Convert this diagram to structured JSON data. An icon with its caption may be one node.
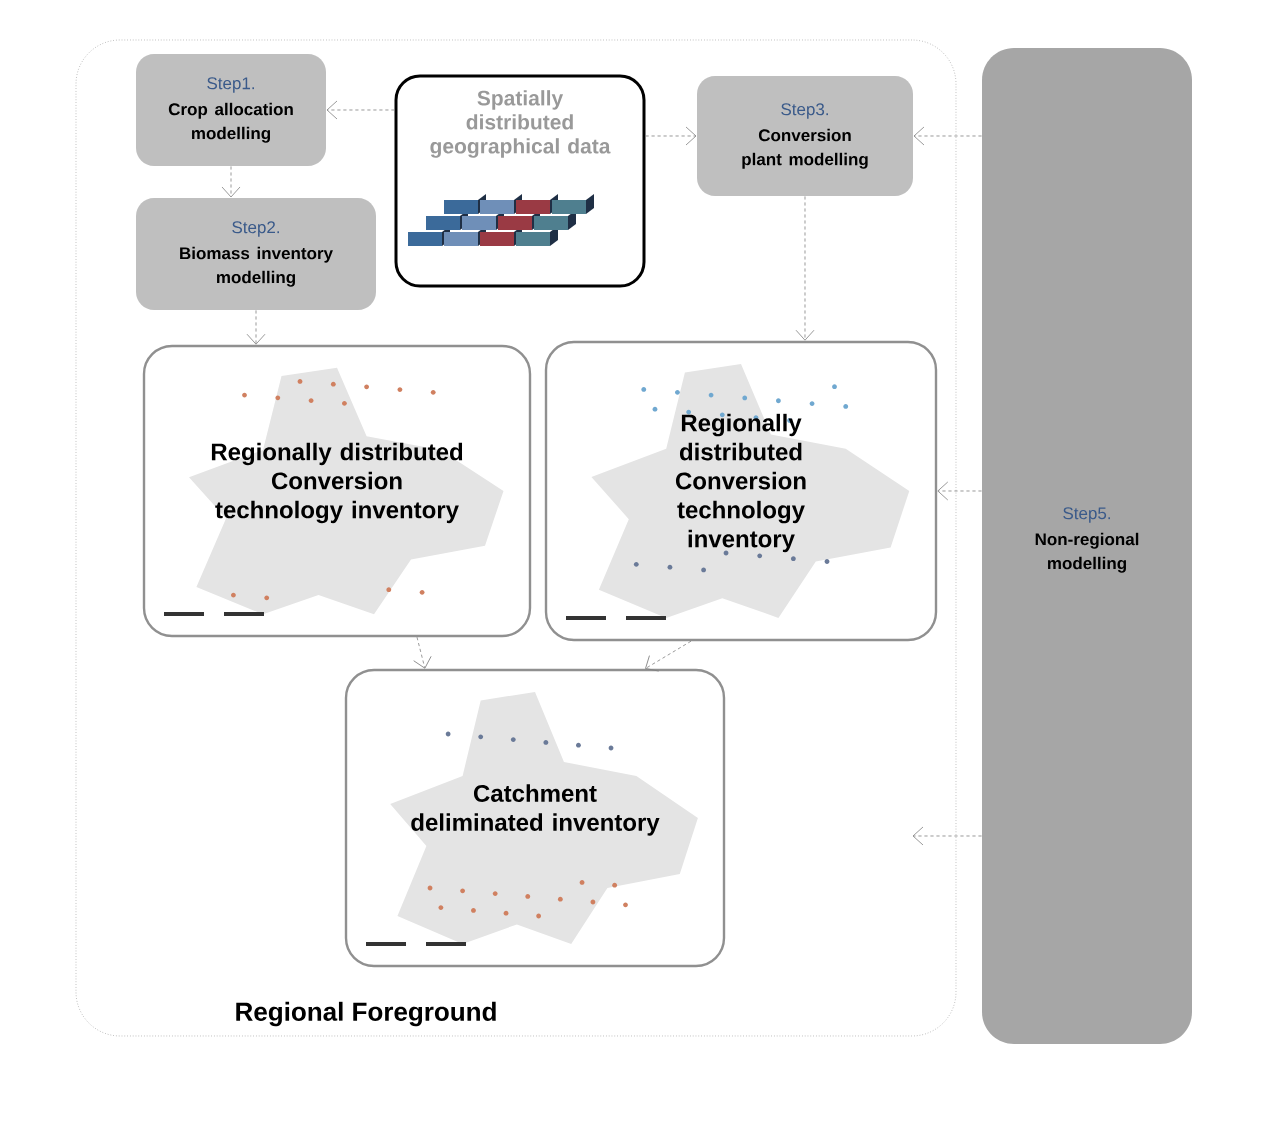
{
  "diagram": {
    "nodes": [
      {
        "text": [
          "Regional Foreground"
        ]
      },
      {
        "text": [
          "Step1.",
          "Crop allocation modelling"
        ],
        "in": 0
      },
      {
        "text": [
          "Spatially distributed geographical data"
        ],
        "in": 0
      },
      {
        "text": [
          "Step3.",
          "Conversion plant modelling"
        ],
        "in": 0
      },
      {
        "text": [
          "Step2.",
          "Biomass inventory modelling"
        ],
        "in": 0
      },
      {
        "text": [
          "Regionally distributed Conversion technology inventory"
        ],
        "in": 0
      },
      {
        "text": [
          "Regionally distributed Conversion technology inventory"
        ],
        "in": 0
      },
      {
        "text": [
          "Catchment deliminated inventory"
        ],
        "in": 0
      },
      {
        "text": [
          "Step5.",
          "Non-regional modelling"
        ]
      }
    ],
    "edges": [
      {
        "from": 2,
        "to": 1,
        "arrow": "to",
        "style": "dashed"
      },
      {
        "from": 2,
        "to": 3,
        "arrow": "to",
        "style": "dashed"
      },
      {
        "from": 1,
        "to": 4,
        "arrow": "to",
        "style": "dashed"
      },
      {
        "from": 4,
        "to": 5,
        "arrow": "to",
        "style": "dashed"
      },
      {
        "from": 3,
        "to": 6,
        "arrow": "to",
        "style": "dashed"
      },
      {
        "from": 5,
        "to": 7,
        "arrow": "to",
        "style": "dashed"
      },
      {
        "from": 6,
        "to": 7,
        "arrow": "to",
        "style": "dashed"
      },
      {
        "from": 8,
        "to": 3,
        "arrow": "to",
        "style": "dashed"
      },
      {
        "from": 8,
        "to": 6,
        "arrow": "to",
        "style": "dashed"
      },
      {
        "from": 8,
        "to": 0,
        "arrow": "to",
        "style": "dashed"
      }
    ]
  }
}
